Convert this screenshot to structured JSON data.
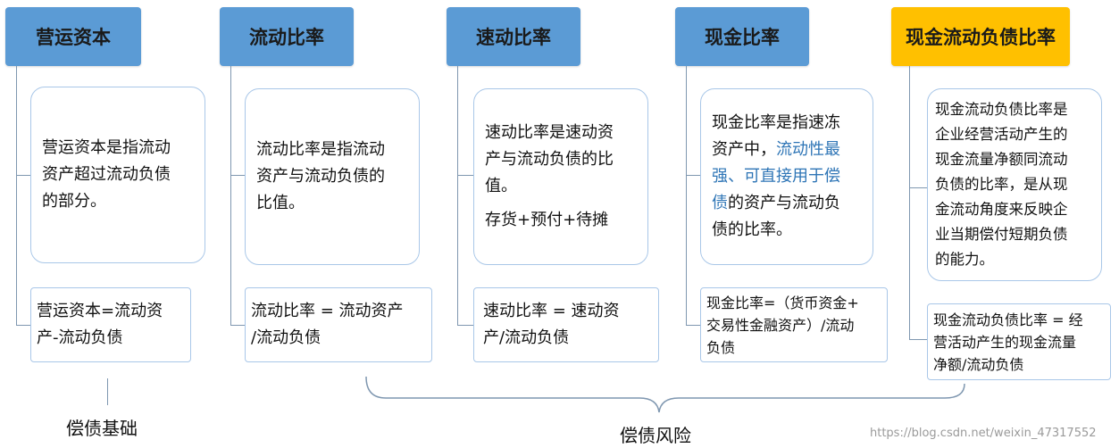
{
  "columns": [
    {
      "header": "营运资本",
      "definition": [
        "营运资本是指流动",
        "资产超过流动负债",
        "的部分。"
      ],
      "formula": [
        "营运资本=流动资",
        "产-流动负债"
      ]
    },
    {
      "header": "流动比率",
      "definition": [
        "流动比率是指流动",
        "资产与流动负债的",
        "比值。"
      ],
      "formula": [
        "流动比率 = 流动资产",
        "/流动负债"
      ]
    },
    {
      "header": "速动比率",
      "definition": [
        "速动比率是速动资",
        "产与流动负债的比",
        "值。"
      ],
      "note": "存货+预付+待摊",
      "formula": [
        "速动比率 = 速动资",
        "产/流动负债"
      ]
    },
    {
      "header": "现金比率",
      "definition_line1": "现金比率是指速冻",
      "definition_line2_plain": "资产中，",
      "definition_line2_highlight": "流动性最",
      "definition_line3_highlight": "强、可直接用于偿",
      "definition_line4_highlight": "债",
      "definition_line4_plain": "的资产与流动负",
      "definition_line5": "债的比率。",
      "formula": [
        "现金比率=（货币资金+",
        "交易性金融资产）/流动",
        "负债"
      ]
    },
    {
      "header": "现金流动负债比率",
      "definition": [
        "现金流动负债比率是",
        "企业经营活动产生的",
        "现金流量净额同流动",
        "负债的比率，是从现",
        "金流动角度来反映企",
        "业当期偿付短期负债",
        "的能力。"
      ],
      "formula": [
        "现金流动负债比率 = 经",
        "营活动产生的现金流量",
        "净额/流动负债"
      ]
    }
  ],
  "footer": {
    "left_label": "偿债基础",
    "right_label": "偿债风险"
  },
  "watermark": "https://blog.csdn.net/weixin_47317552",
  "colors": {
    "header_blue": "#5b9bd5",
    "header_gold": "#ffc000",
    "highlight_text": "#2e75b6",
    "box_border": "#a9c7e8"
  }
}
